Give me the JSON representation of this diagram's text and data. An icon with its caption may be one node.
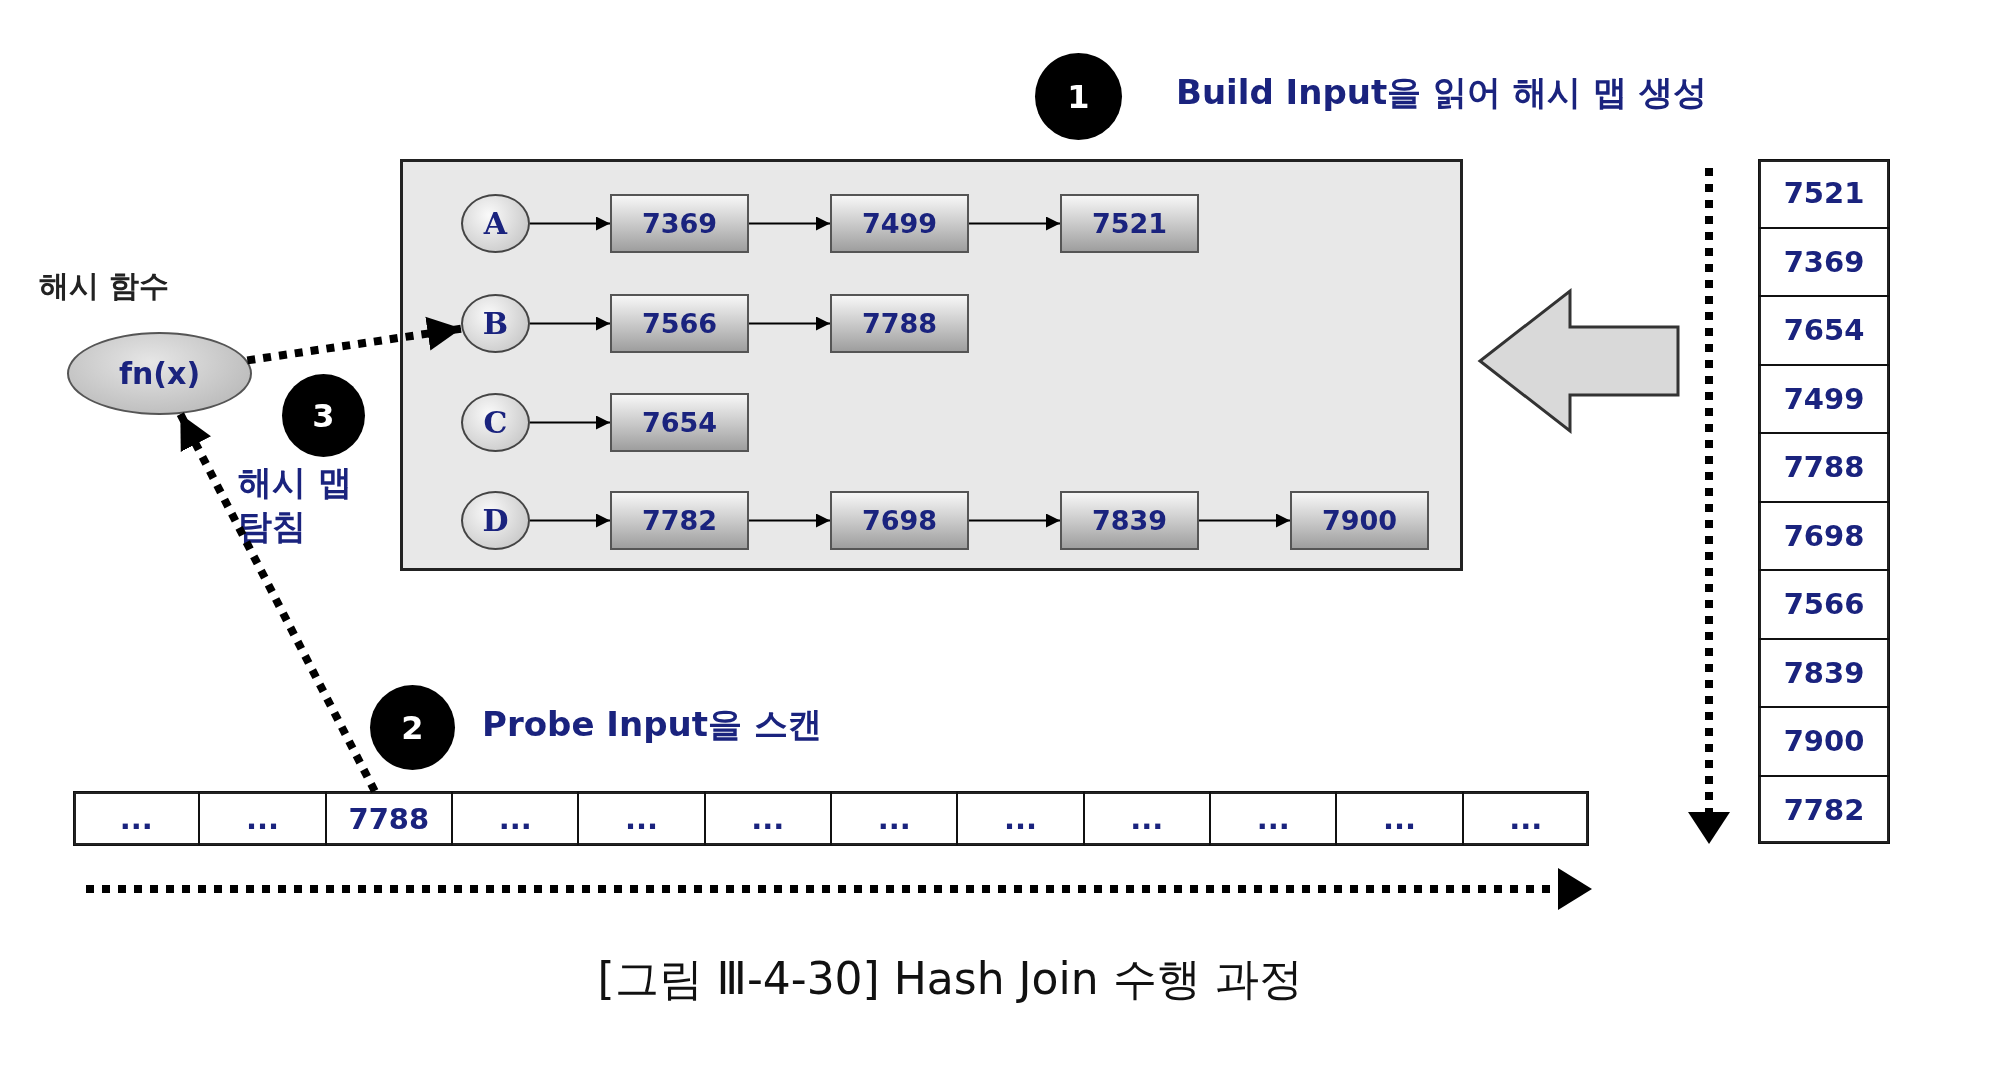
{
  "diagram": {
    "caption": "[그림 Ⅲ-4-30] Hash Join 수행 과정",
    "nodes": [
      {
        "text": [
          "1"
        ],
        "beside": [
          "Build Input을 읽어 해시 맵 생성"
        ]
      },
      {
        "text": [],
        "shape": "box"
      },
      {
        "text": [
          "A"
        ],
        "in": 1
      },
      {
        "text": [
          "7369"
        ],
        "in": 1
      },
      {
        "text": [
          "7499"
        ],
        "in": 1
      },
      {
        "text": [
          "7521"
        ],
        "in": 1
      },
      {
        "text": [
          "B"
        ],
        "in": 1
      },
      {
        "text": [
          "7566"
        ],
        "in": 1
      },
      {
        "text": [
          "7788"
        ],
        "in": 1
      },
      {
        "text": [
          "C"
        ],
        "in": 1
      },
      {
        "text": [
          "7654"
        ],
        "in": 1
      },
      {
        "text": [
          "D"
        ],
        "in": 1
      },
      {
        "text": [
          "7782"
        ],
        "in": 1
      },
      {
        "text": [
          "7698"
        ],
        "in": 1
      },
      {
        "text": [
          "7839"
        ],
        "in": 1
      },
      {
        "text": [
          "7900"
        ],
        "in": 1
      },
      {
        "text": [
          "해시 함수",
          "fn(x)"
        ]
      },
      {
        "text": [
          "3"
        ],
        "beside": [
          "해시 맵 탐침"
        ]
      },
      {
        "text": [],
        "shape": "box"
      },
      {
        "text": [
          "7521"
        ],
        "in": 18
      },
      {
        "text": [
          "7369"
        ],
        "in": 18
      },
      {
        "text": [
          "7654"
        ],
        "in": 18
      },
      {
        "text": [
          "7499"
        ],
        "in": 18
      },
      {
        "text": [
          "7788"
        ],
        "in": 18
      },
      {
        "text": [
          "7698"
        ],
        "in": 18
      },
      {
        "text": [
          "7566"
        ],
        "in": 18
      },
      {
        "text": [
          "7839"
        ],
        "in": 18
      },
      {
        "text": [
          "7900"
        ],
        "in": 18
      },
      {
        "text": [
          "7782"
        ],
        "in": 18
      },
      {
        "text": [
          "2"
        ],
        "beside": [
          "Probe Input을 스캔"
        ]
      },
      {
        "text": [],
        "shape": "box"
      },
      {
        "text": [
          "..."
        ],
        "in": 30
      },
      {
        "text": [
          "..."
        ],
        "in": 30
      },
      {
        "text": [
          "7788"
        ],
        "in": 30
      },
      {
        "text": [
          "..."
        ],
        "in": 30
      },
      {
        "text": [
          "..."
        ],
        "in": 30
      },
      {
        "text": [
          "..."
        ],
        "in": 30
      },
      {
        "text": [
          "..."
        ],
        "in": 30
      },
      {
        "text": [
          "..."
        ],
        "in": 30
      },
      {
        "text": [
          "..."
        ],
        "in": 30
      },
      {
        "text": [
          "..."
        ],
        "in": 30
      },
      {
        "text": [
          "..."
        ],
        "in": 30
      },
      {
        "text": [
          "..."
        ],
        "in": 30
      }
    ],
    "edges": [
      {
        "from": 2,
        "to": 3,
        "arrow": "to"
      },
      {
        "from": 3,
        "to": 4,
        "arrow": "to"
      },
      {
        "from": 4,
        "to": 5,
        "arrow": "to"
      },
      {
        "from": 6,
        "to": 7,
        "arrow": "to"
      },
      {
        "from": 7,
        "to": 8,
        "arrow": "to"
      },
      {
        "from": 9,
        "to": 10,
        "arrow": "to"
      },
      {
        "from": 11,
        "to": 12,
        "arrow": "to"
      },
      {
        "from": 12,
        "to": 13,
        "arrow": "to"
      },
      {
        "from": 13,
        "to": 14,
        "arrow": "to"
      },
      {
        "from": 14,
        "to": 15,
        "arrow": "to"
      },
      {
        "from": 18,
        "to": 1,
        "arrow": "to",
        "style": "thick",
        "color": "#d9d9d9"
      },
      {
        "from": 33,
        "to": 16,
        "arrow": "to",
        "style": "dashed"
      },
      {
        "from": 16,
        "to": 6,
        "arrow": "to",
        "style": "dashed"
      }
    ]
  }
}
